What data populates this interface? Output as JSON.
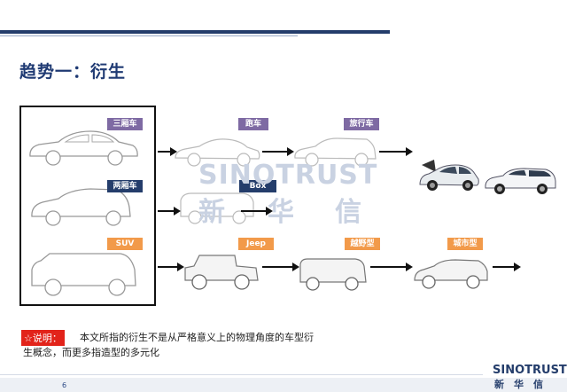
{
  "title": "趋势一：衍生",
  "watermark": {
    "en": "SINOTRUST",
    "cn": [
      "新",
      "华",
      "信"
    ]
  },
  "tags": {
    "sedan": "三厢车",
    "roadster": "跑车",
    "wagon": "旅行车",
    "hatchback": "两厢车",
    "box": "Box",
    "suv": "SUV",
    "jeep": "Jeep",
    "offroad": "越野型",
    "urban": "城市型"
  },
  "note": {
    "label": "☆说明：",
    "line1": "本文所指的衍生不是从严格意义上的物理角度的车型衍",
    "line2": "生概念，而更多指造型的多元化"
  },
  "footer": {
    "page_number": "6",
    "logo_en": "SINOTRUST",
    "logo_cn": "新华信"
  },
  "colors": {
    "navy": "#243d6b",
    "purple": "#7e6aa3",
    "orange": "#f29a4a",
    "red": "#e2231a"
  }
}
